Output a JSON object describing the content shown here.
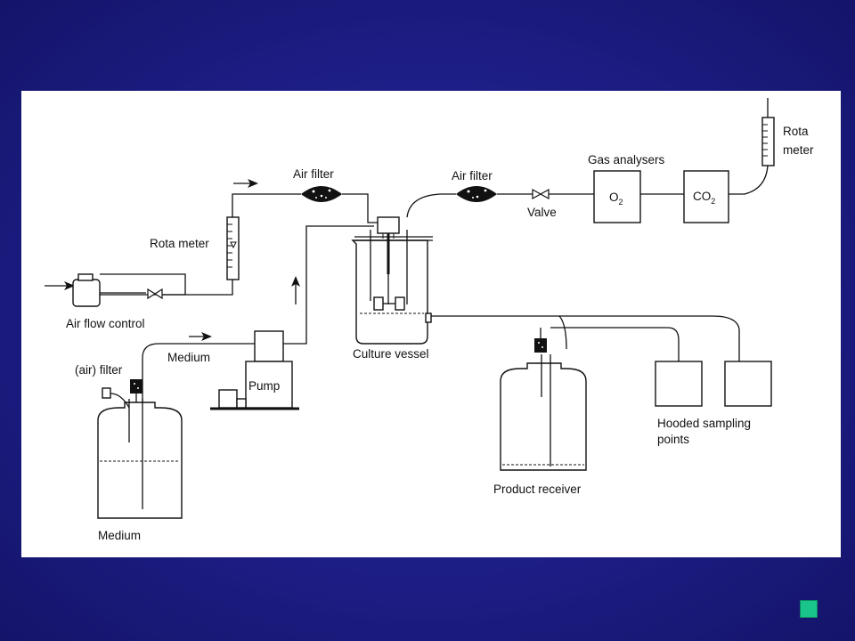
{
  "slide": {
    "background_color": "#1d1d86",
    "accent_color": "#19c58a",
    "nav_button_icon": "square-nav-icon"
  },
  "diagram": {
    "labels": {
      "air_filter_left": "Air filter",
      "air_filter_right": "Air filter",
      "gas_analysers": "Gas analysers",
      "rota_meter_right_1": "Rota",
      "rota_meter_right_2": "meter",
      "rota_meter_left": "Rota meter",
      "valve": "Valve",
      "air_flow_control": "Air flow control",
      "medium_pipe": "Medium",
      "air_filter_small": "(air) filter",
      "pump": "Pump",
      "culture_vessel": "Culture vessel",
      "medium_bottle": "Medium",
      "product_receiver": "Product receiver",
      "hooded_sampling_1": "Hooded sampling",
      "hooded_sampling_2": "points",
      "o2_main": "O",
      "o2_sub": "2",
      "co2_main": "CO",
      "co2_sub": "2"
    }
  }
}
